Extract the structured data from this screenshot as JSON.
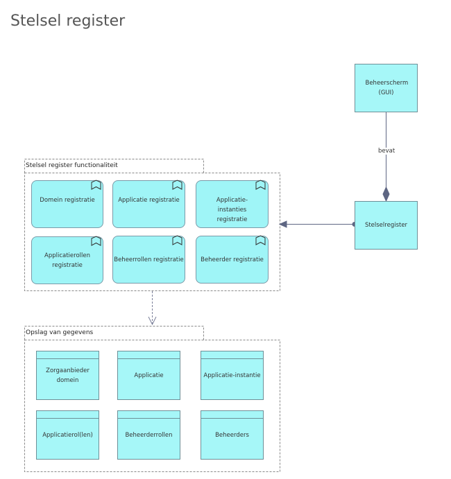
{
  "title": "Stelsel register",
  "groups": {
    "functionaliteit": "Stelsel register functionaliteit",
    "opslag": "Opslag van gegevens"
  },
  "components": {
    "beheerscherm": "Beheerscherm (GUI)",
    "stelselregister": "Stelselregister"
  },
  "edge_label": "bevat",
  "functions": [
    "Domein registratie",
    "Applicatie registratie",
    "Applicatie-instanties registratie",
    "Applicatierollen registratie",
    "Beheerrollen registratie",
    "Beheerder registratie"
  ],
  "data_objects": [
    "Zorgaanbieder domein",
    "Applicatie",
    "Applicatie-instantie",
    "Applicatierol(len)",
    "Beheerderrollen",
    "Beheerders"
  ],
  "colors": {
    "fill": "#a6f7f8",
    "border": "#6e8f97",
    "connector": "#5e6683"
  }
}
